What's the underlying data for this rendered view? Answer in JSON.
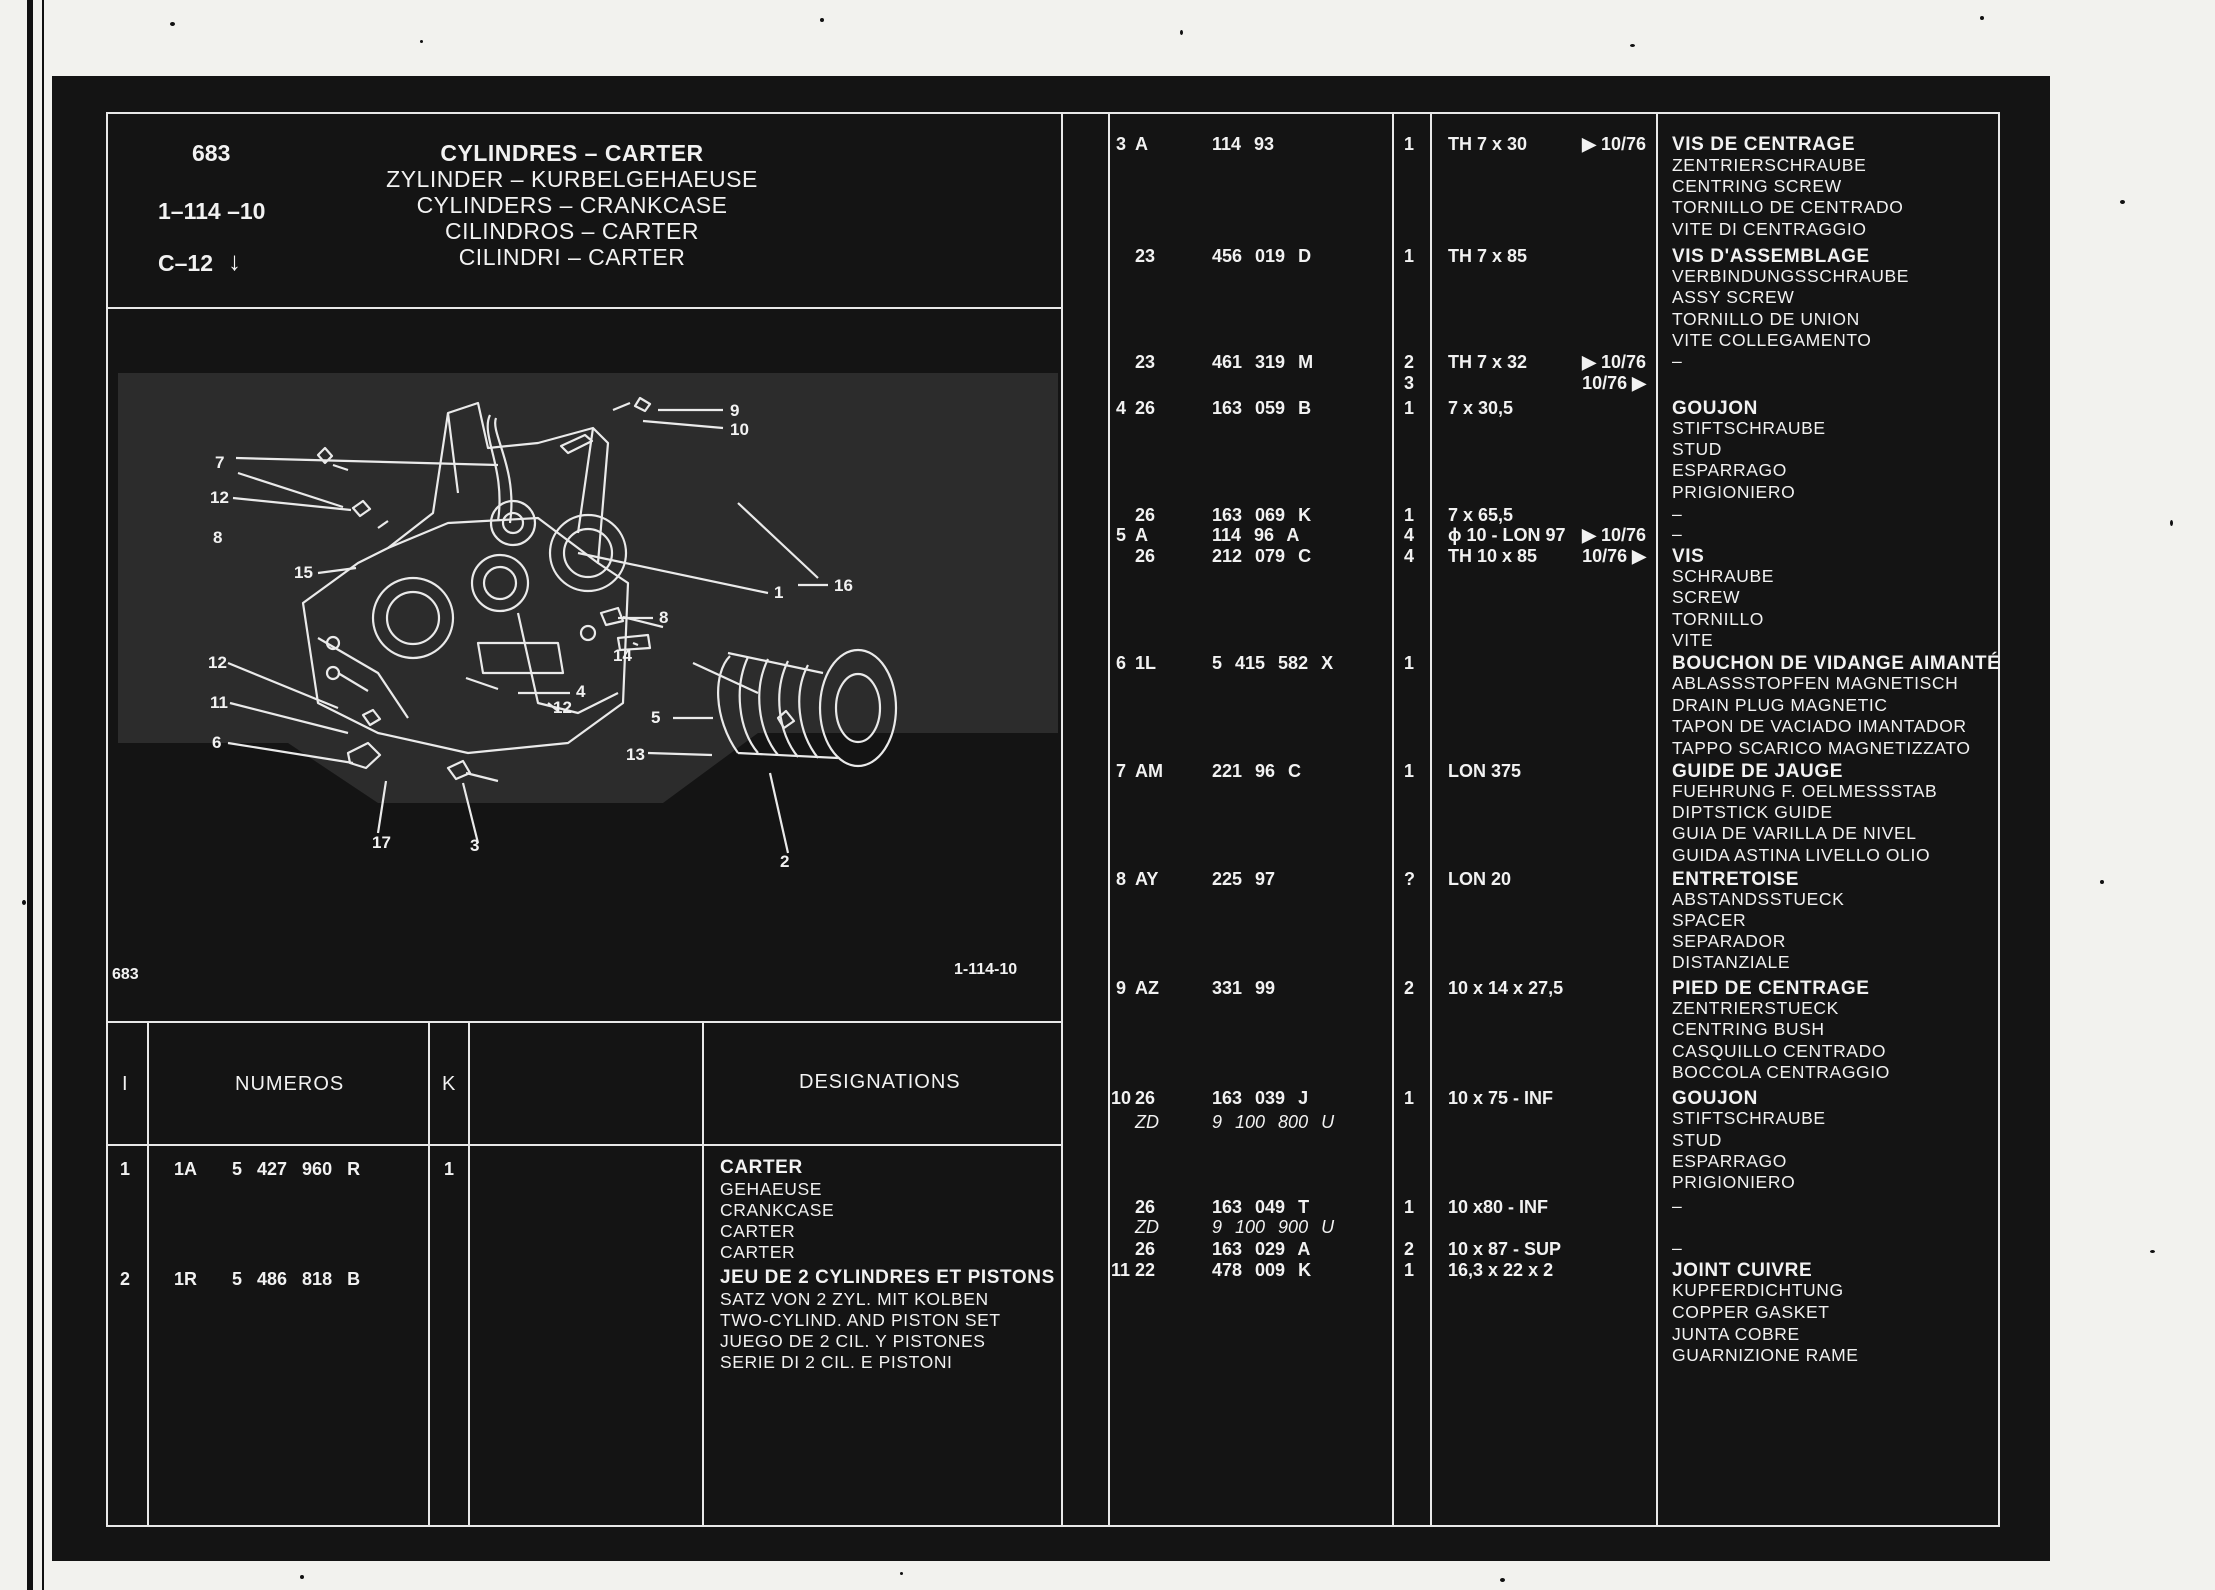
{
  "header": {
    "page_number": "683",
    "ref": "1–114 –10",
    "section": "C–12",
    "section_arrow": "↓",
    "titles": [
      "CYLINDRES – CARTER",
      "ZYLINDER – KURBELGEHAEUSE",
      "CYLINDERS – CRANKCASE",
      "CILINDROS – CARTER",
      "CILINDRI – CARTER"
    ]
  },
  "diagram": {
    "page_label": "683",
    "ref_label": "1-114-10",
    "callouts": [
      "1",
      "2",
      "3",
      "4",
      "5",
      "6",
      "7",
      "8",
      "8",
      "9",
      "10",
      "11",
      "12",
      "12",
      "12",
      "13",
      "14",
      "15",
      "16",
      "17"
    ]
  },
  "table_headers": {
    "index": "I",
    "numbers": "NUMEROS",
    "qty": "K",
    "designations": "DESIGNATIONS"
  },
  "left_rows": [
    {
      "index": "1",
      "prefix": "1A",
      "number": "5 427 960 R",
      "qty": "1",
      "designations": [
        "CARTER",
        "GEHAEUSE",
        "CRANKCASE",
        "CARTER",
        "CARTER"
      ]
    },
    {
      "index": "2",
      "prefix": "1R",
      "number": "5 486 818 B",
      "qty": "",
      "designations": [
        "JEU DE 2 CYLINDRES ET PISTONS",
        "SATZ VON 2 ZYL. MIT KOLBEN",
        "TWO-CYLIND. AND PISTON SET",
        "JUEGO DE 2 CIL. Y PISTONES",
        "SERIE DI 2 CIL. E PISTONI"
      ]
    }
  ],
  "right_rows": [
    {
      "index": "3",
      "prefix": "A",
      "number": "114 93",
      "qty": "1",
      "spec": "TH 7 x 30",
      "date": "▶ 10/76"
    },
    {
      "index": "",
      "prefix": "23",
      "number": "456 019 D",
      "qty": "1",
      "spec": "TH 7 x 85",
      "date": ""
    },
    {
      "index": "",
      "prefix": "23",
      "number": "461 319 M",
      "qty": "2",
      "spec": "TH 7 x 32",
      "date": "▶ 10/76"
    },
    {
      "index": "",
      "prefix": "",
      "number": "",
      "qty": "3",
      "spec": "",
      "date": "10/76 ▶"
    },
    {
      "index": "4",
      "prefix": "26",
      "number": "163 059 B",
      "qty": "1",
      "spec": "7 x 30,5",
      "date": ""
    },
    {
      "index": "",
      "prefix": "26",
      "number": "163 069 K",
      "qty": "1",
      "spec": "7 x 65,5",
      "date": ""
    },
    {
      "index": "5",
      "prefix": "A",
      "number": "114 96 A",
      "qty": "4",
      "spec": "ϕ 10 - LON 97",
      "date": "▶ 10/76"
    },
    {
      "index": "",
      "prefix": "26",
      "number": "212 079 C",
      "qty": "4",
      "spec": "TH 10 x 85",
      "date": "10/76 ▶"
    },
    {
      "index": "6",
      "prefix": "1L",
      "number": "5 415 582 X",
      "qty": "1",
      "spec": "",
      "date": ""
    },
    {
      "index": "7",
      "prefix": "AM",
      "number": "221 96 C",
      "qty": "1",
      "spec": "LON 375",
      "date": ""
    },
    {
      "index": "8",
      "prefix": "AY",
      "number": "225 97",
      "qty": "?",
      "spec": "LON 20",
      "date": ""
    },
    {
      "index": "9",
      "prefix": "AZ",
      "number": "331 99",
      "qty": "2",
      "spec": "10 x 14 x 27,5",
      "date": ""
    },
    {
      "index": "10",
      "prefix": "26",
      "number": "163 039 J",
      "qty": "1",
      "spec": "10 x 75 - INF",
      "date": ""
    },
    {
      "index": "",
      "prefix": "ZD",
      "number": "9 100 800 U",
      "qty": "",
      "spec": "",
      "date": ""
    },
    {
      "index": "",
      "prefix": "26",
      "number": "163 049 T",
      "qty": "1",
      "spec": "10 x80 - INF",
      "date": ""
    },
    {
      "index": "",
      "prefix": "ZD",
      "number": "9 100 900 U",
      "qty": "",
      "spec": "",
      "date": ""
    },
    {
      "index": "",
      "prefix": "26",
      "number": "163 029 A",
      "qty": "2",
      "spec": "10 x 87 - SUP",
      "date": ""
    },
    {
      "index": "11",
      "prefix": "22",
      "number": "478 009 K",
      "qty": "1",
      "spec": "16,3 x 22 x 2",
      "date": ""
    }
  ],
  "right_designations": [
    "VIS DE CENTRAGE",
    "ZENTRIERSCHRAUBE",
    "CENTRING SCREW",
    "TORNILLO DE CENTRADO",
    "VITE DI CENTRAGGIO",
    "VIS D'ASSEMBLAGE",
    "VERBINDUNGSSCHRAUBE",
    "ASSY SCREW",
    "TORNILLO DE UNION",
    "VITE COLLEGAMENTO",
    "–",
    "GOUJON",
    "STIFTSCHRAUBE",
    "STUD",
    "ESPARRAGO",
    "PRIGIONIERO",
    "–",
    "–",
    "VIS",
    "SCHRAUBE",
    "SCREW",
    "TORNILLO",
    "VITE",
    "BOUCHON DE VIDANGE AIMANTÉ",
    "ABLASSSTOPFEN MAGNETISCH",
    "DRAIN PLUG MAGNETIC",
    "TAPON DE VACIADO IMANTADOR",
    "TAPPO SCARICO MAGNETIZZATO",
    "GUIDE DE JAUGE",
    "FUEHRUNG F. OELMESSSTAB",
    "DIPTSTICK GUIDE",
    "GUIA DE VARILLA DE NIVEL",
    "GUIDA ASTINA LIVELLO OLIO",
    "ENTRETOISE",
    "ABSTANDSSTUECK",
    "SPACER",
    "SEPARADOR",
    "DISTANZIALE",
    "PIED DE CENTRAGE",
    "ZENTRIERSTUECK",
    "CENTRING BUSH",
    "CASQUILLO CENTRADO",
    "BOCCOLA CENTRAGGIO",
    "GOUJON",
    "STIFTSCHRAUBE",
    "STUD",
    "ESPARRAGO",
    "PRIGIONIERO",
    "–",
    "–",
    "JOINT CUIVRE",
    "KUPFERDICHTUNG",
    "COPPER GASKET",
    "JUNTA COBRE",
    "GUARNIZIONE RAME"
  ]
}
